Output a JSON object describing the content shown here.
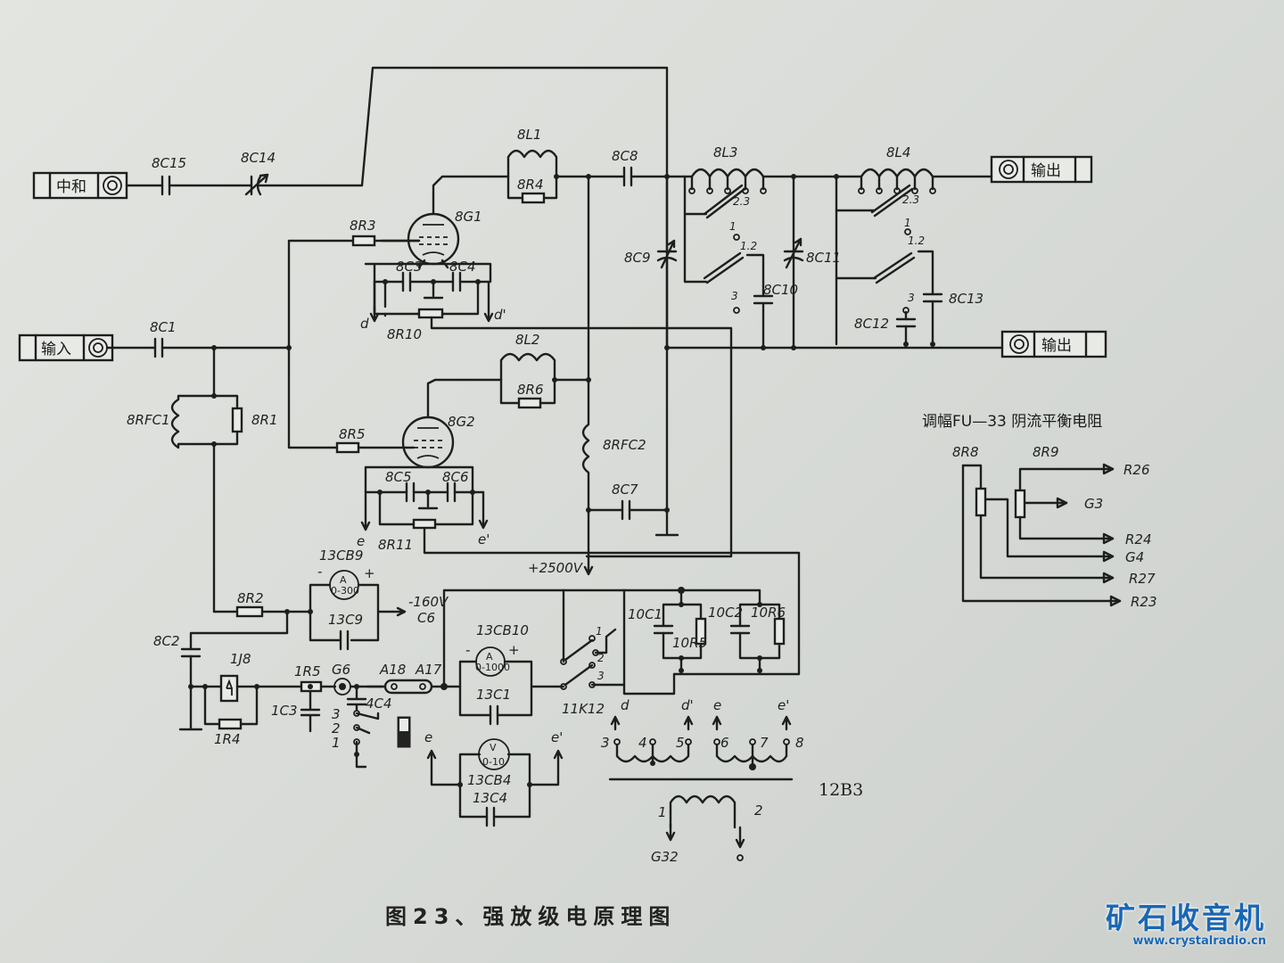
{
  "connectors": {
    "neutralize": "中和",
    "input": "输入",
    "output_top": "输出",
    "output_bottom": "输出"
  },
  "components": {
    "c15": "8C15",
    "c14": "8C14",
    "l1": "8L1",
    "r4": "8R4",
    "c8": "8C8",
    "l3": "8L3",
    "l4": "8L4",
    "l3_tap": "2.3",
    "l4_tap": "2.3",
    "g1": "8G1",
    "r3": "8R3",
    "c3": "8C3",
    "c4": "8C4",
    "r10": "8R10",
    "c9": "8C9",
    "c11": "8C11",
    "c10": "8C10",
    "c12": "8C12",
    "c13": "8C13",
    "sw1_p1": "1",
    "sw1_p12": "1.2",
    "sw1_p3": "3",
    "sw2_p1": "1",
    "sw2_p12": "1.2",
    "sw2_p3": "3",
    "c1": "8C1",
    "rfc1": "8RFC1",
    "r1": "8R1",
    "l2": "8L2",
    "r6": "8R6",
    "r5": "8R5",
    "g2": "8G2",
    "rfc2": "8RFC2",
    "c5": "8C5",
    "c6": "8C6",
    "r11": "8R11",
    "c7": "8C7",
    "b9_meter": "13CB9",
    "b9_scale": "0-300",
    "c9b": "13C9",
    "r2": "8R2",
    "c2": "8C2",
    "j8": "1J8",
    "r4b": "1R4",
    "r5b": "1R5",
    "c3b": "1C3",
    "g6": "G6",
    "a18": "A18",
    "a17": "A17",
    "c4b": "4C4",
    "b10_meter": "13CB10",
    "b10_scale": "0-1000",
    "c1b": "13C1",
    "b4_meter": "13CB4",
    "b4_scale": "0-10",
    "c4c": "13C4",
    "k12": "11K12",
    "c10_1": "10C1",
    "r10_5": "10R5",
    "c10_2": "10C2",
    "r10_6": "10R6",
    "b3": "12B3",
    "g32": "G32",
    "pin1": "1",
    "pin2": "2",
    "sw3_1": "3",
    "sw3_2": "2",
    "sw3_3": "1",
    "k12_1": "1",
    "k12_2": "2",
    "k12_3": "3",
    "mark_A": "A",
    "mark_V": "V"
  },
  "nodes": {
    "d": "d",
    "d_prime": "d'",
    "e": "e",
    "e_prime": "e'",
    "hv": "+2500V",
    "bias": "-160V",
    "c6_term": "C6",
    "plus": "+",
    "minus": "-"
  },
  "transformer": {
    "d": "d",
    "d_prime": "d'",
    "e": "e",
    "e_prime": "e'",
    "p3": "3",
    "p4": "4",
    "p5": "5",
    "p6": "6",
    "p7": "7",
    "p8": "8"
  },
  "bias_network": {
    "title": "调幅FU—33 阴流平衡电阻",
    "r8": "8R8",
    "r9": "8R9",
    "lines": [
      "R26",
      "G3",
      "R24",
      "G4",
      "R27",
      "R23"
    ]
  },
  "caption": "图23、强放级电原理图",
  "watermark": {
    "main": "矿石收音机",
    "url": "www.crystalradio.cn"
  }
}
